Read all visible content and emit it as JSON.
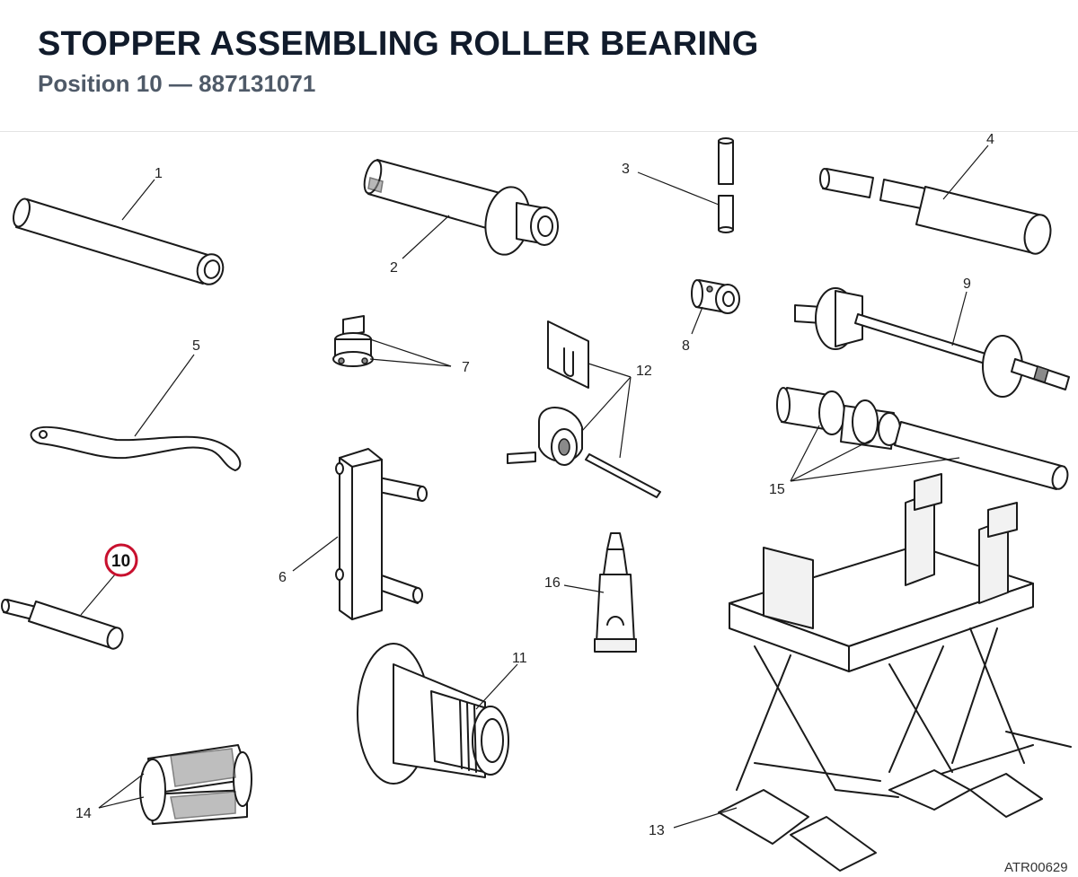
{
  "header": {
    "title": "STOPPER ASSEMBLING ROLLER BEARING",
    "subtitle": "Position 10 — 887131071"
  },
  "figure": {
    "reference_code": "ATR00629",
    "highlighted_item": "10",
    "items": [
      {
        "id": "item-1",
        "label": "1"
      },
      {
        "id": "item-2",
        "label": "2"
      },
      {
        "id": "item-3",
        "label": "3"
      },
      {
        "id": "item-4",
        "label": "4"
      },
      {
        "id": "item-5",
        "label": "5"
      },
      {
        "id": "item-6",
        "label": "6"
      },
      {
        "id": "item-7",
        "label": "7"
      },
      {
        "id": "item-8",
        "label": "8"
      },
      {
        "id": "item-9",
        "label": "9"
      },
      {
        "id": "item-11",
        "label": "11"
      },
      {
        "id": "item-12",
        "label": "12"
      },
      {
        "id": "item-13",
        "label": "13"
      },
      {
        "id": "item-14",
        "label": "14"
      },
      {
        "id": "item-15",
        "label": "15"
      },
      {
        "id": "item-16",
        "label": "16"
      }
    ],
    "highlight_color": "#c8102e"
  }
}
